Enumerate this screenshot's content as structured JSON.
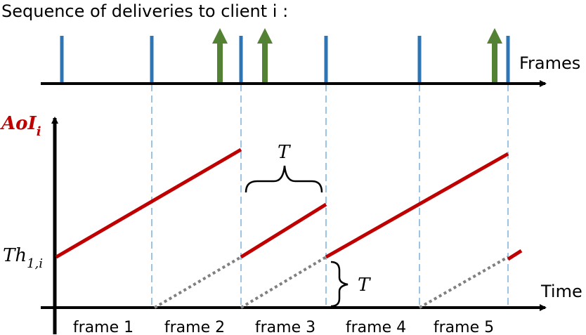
{
  "title": "Sequence of deliveries to client i :",
  "frames_axis_label": "Frames",
  "time_axis_label": "Time",
  "aoi_label": {
    "main": "AoI",
    "sub": "i"
  },
  "threshold_label": {
    "main": "Th",
    "sub": "1,i"
  },
  "period_label": "T",
  "frame_labels": [
    "frame 1",
    "frame 2",
    "frame 3",
    "frame 4",
    "frame 5"
  ],
  "colors": {
    "frame_tick": "#2e75b6",
    "delivery_arrow": "#548235",
    "aoi_line": "#c00000",
    "dotted_line": "#808080",
    "dashed_guide": "#9dc3e6",
    "axis": "#000000"
  }
}
